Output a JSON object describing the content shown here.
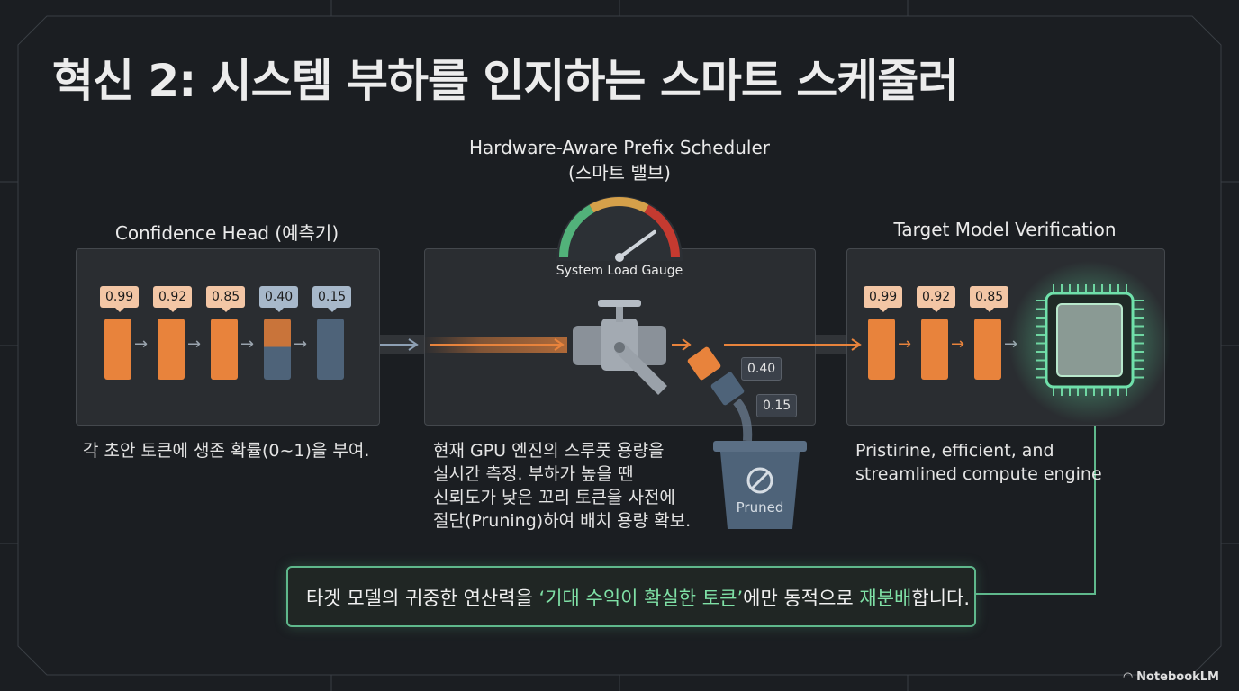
{
  "title": "혁신 2: 시스템 부하를 인지하는 스마트 스케줄러",
  "scheduler": {
    "title_line1": "Hardware-Aware Prefix Scheduler",
    "title_line2": "(스마트 밸브)",
    "gauge_label": "System Load Gauge",
    "gauge_level": 0.8,
    "description": [
      "현재 GPU 엔진의 스루풋 용량을",
      "실시간 측정. 부하가 높을 땐",
      "신뢰도가 낮은 꼬리 토큰을 사전에",
      "절단(Pruning)하여 배치 용량 확보."
    ],
    "pruned_tokens": [
      "0.40",
      "0.15"
    ],
    "bin_label": "Pruned"
  },
  "confidence": {
    "title": "Confidence Head (예측기)",
    "tokens": [
      {
        "value": "0.99",
        "kind": "orange"
      },
      {
        "value": "0.92",
        "kind": "orange"
      },
      {
        "value": "0.85",
        "kind": "orange"
      },
      {
        "value": "0.40",
        "kind": "half"
      },
      {
        "value": "0.15",
        "kind": "blue"
      }
    ],
    "description": "각 초안 토큰에 생존 확률(0~1)을 부여."
  },
  "target": {
    "title": "Target Model Verification",
    "tokens": [
      "0.99",
      "0.92",
      "0.85"
    ],
    "description": [
      "Pristirine, efficient, and",
      "streamlined compute engine"
    ]
  },
  "bottom": {
    "part1": "타겟 모델의 귀중한 연산력을 ",
    "part2": "‘기대 수익이 확실한 토큰’",
    "part3": "에만 동적으로 ",
    "part4": "재분배",
    "part5": "합니다."
  },
  "colors": {
    "accent_orange": "#e8833c",
    "accent_blue": "#4e6379",
    "accent_green": "#5fb88c"
  },
  "logo": "NotebookLM"
}
